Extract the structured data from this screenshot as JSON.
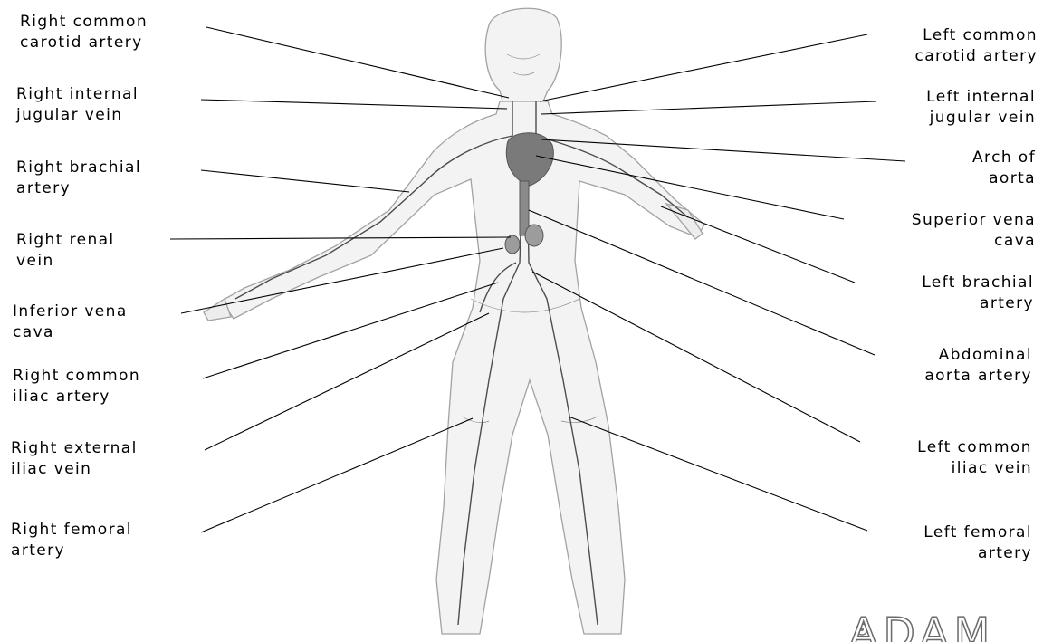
{
  "diagram": {
    "labels_left": [
      {
        "id": "right-common-carotid",
        "lines": [
          "Right common",
          "carotid artery"
        ]
      },
      {
        "id": "right-internal-jugular",
        "lines": [
          "Right internal",
          "jugular vein"
        ]
      },
      {
        "id": "right-brachial",
        "lines": [
          "Right brachial",
          "artery"
        ]
      },
      {
        "id": "right-renal",
        "lines": [
          "Right renal",
          "vein"
        ]
      },
      {
        "id": "inferior-vena-cava",
        "lines": [
          "Inferior vena",
          "cava"
        ]
      },
      {
        "id": "right-common-iliac",
        "lines": [
          "Right common",
          "iliac artery"
        ]
      },
      {
        "id": "right-external-iliac",
        "lines": [
          "Right external",
          "iliac vein"
        ]
      },
      {
        "id": "right-femoral",
        "lines": [
          "Right femoral",
          "artery"
        ]
      }
    ],
    "labels_right": [
      {
        "id": "left-common-carotid",
        "lines": [
          "Left common",
          "carotid artery"
        ]
      },
      {
        "id": "left-internal-jugular",
        "lines": [
          "Left internal",
          "jugular vein"
        ]
      },
      {
        "id": "arch-of-aorta",
        "lines": [
          "Arch of",
          "aorta"
        ]
      },
      {
        "id": "superior-vena-cava",
        "lines": [
          "Superior vena",
          "cava"
        ]
      },
      {
        "id": "left-brachial",
        "lines": [
          "Left brachial",
          "artery"
        ]
      },
      {
        "id": "abdominal-aorta",
        "lines": [
          "Abdominal",
          "aorta artery"
        ]
      },
      {
        "id": "left-common-iliac",
        "lines": [
          "Left common",
          "iliac vein"
        ]
      },
      {
        "id": "left-femoral",
        "lines": [
          "Left femoral",
          "artery"
        ]
      }
    ],
    "logo_text": "ADAM",
    "colors": {
      "text": "#000000",
      "leader": "#000000",
      "body_outline": "#9a9a9a",
      "vessels": "#555555",
      "organs": "#6d6d6d"
    }
  }
}
